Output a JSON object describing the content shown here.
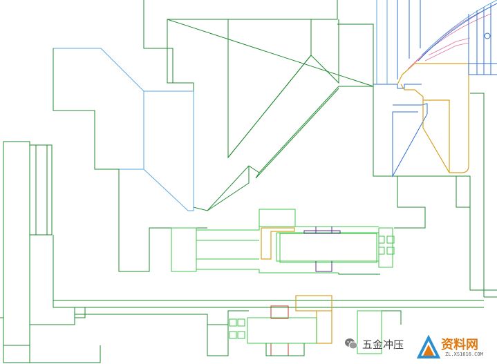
{
  "watermark": {
    "text": "五金冲压",
    "logo_text": "资料网",
    "sub_text": "ZL.XS1616.COM"
  },
  "colors": {
    "dark_green": "#1e8a2e",
    "light_green": "#3dc74a",
    "blue": "#2f6fd6",
    "light_blue": "#5aa8e0",
    "orange": "#d9a020",
    "red": "#c0392b",
    "purple": "#5a2a90",
    "pink": "#e070a0"
  },
  "icons": [
    "wechat-icon",
    "site-logo-badge"
  ]
}
